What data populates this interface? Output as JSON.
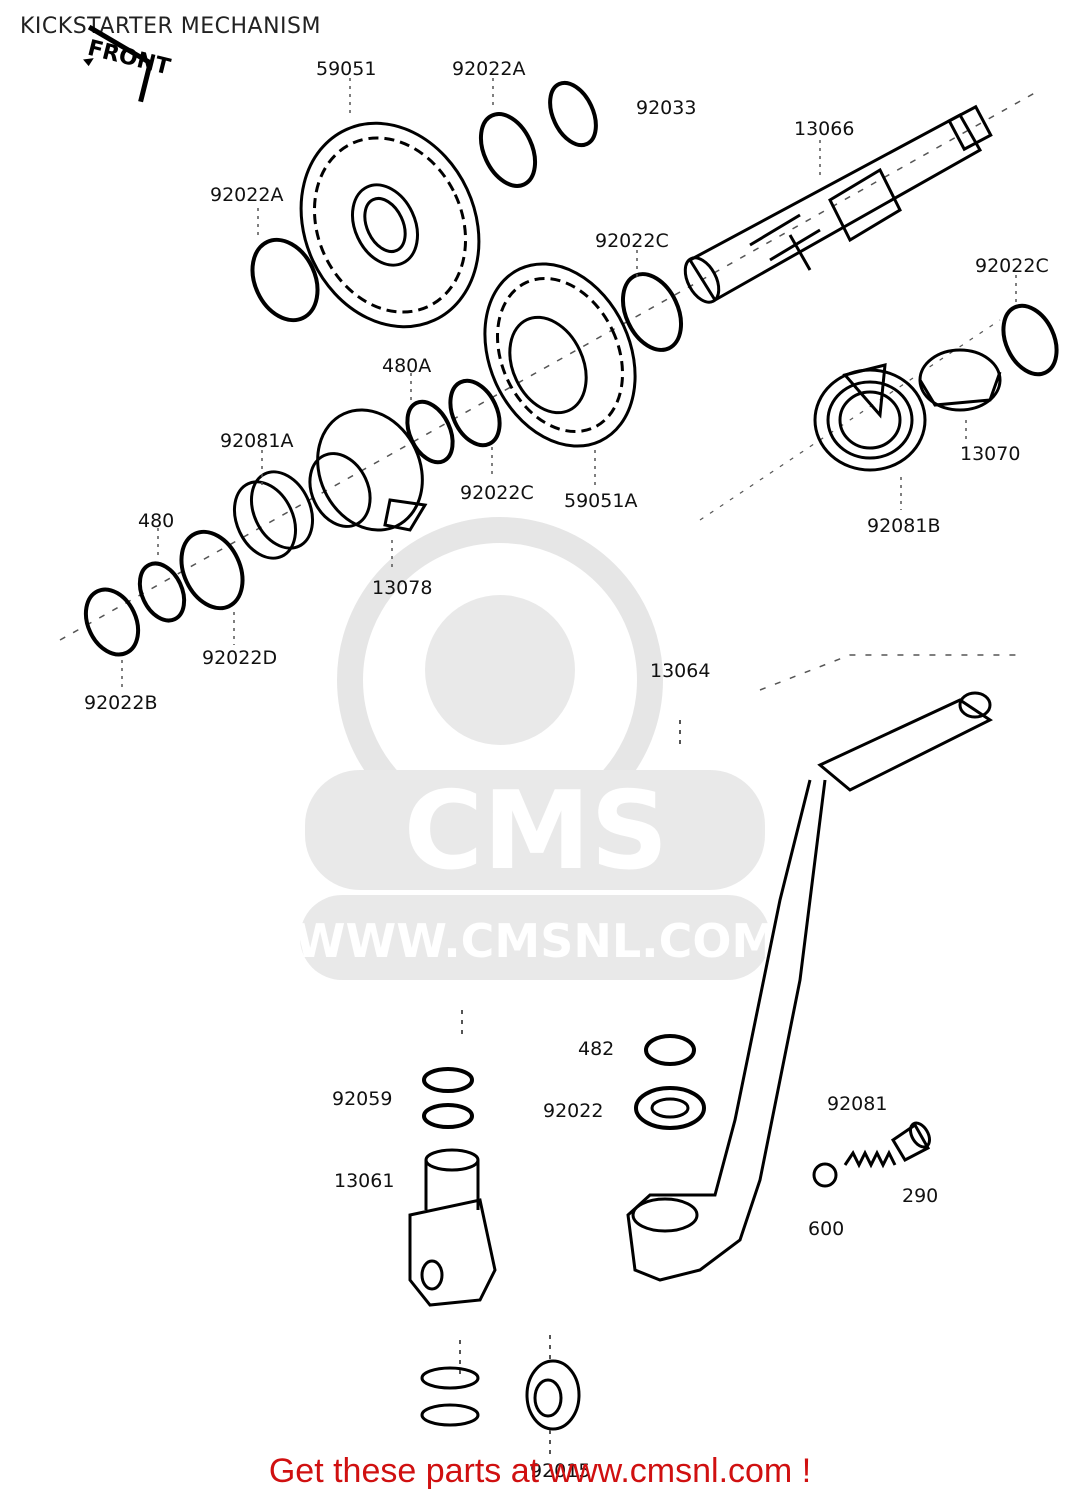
{
  "title": "KICKSTARTER MECHANISM",
  "front_label": "FRONT",
  "watermark": {
    "logo": "CMS",
    "url": "WWW.CMSNL.COM"
  },
  "footer": "Get these parts at www.cmsnl.com !",
  "parts": {
    "p59051": "59051",
    "p92022A_top": "92022A",
    "p92033": "92033",
    "p13066": "13066",
    "p92022A_left": "92022A",
    "p92022C_mid": "92022C",
    "p92022C_right": "92022C",
    "p480A": "480A",
    "p13070": "13070",
    "p92081A": "92081A",
    "p92022C_low": "92022C",
    "p59051A": "59051A",
    "p92081B": "92081B",
    "p480": "480",
    "p13078": "13078",
    "p92022D": "92022D",
    "p92022B": "92022B",
    "p13064": "13064",
    "p482": "482",
    "p92059": "92059",
    "p92022": "92022",
    "p92081": "92081",
    "p13061": "13061",
    "p290": "290",
    "p600": "600",
    "p92015": "92015"
  }
}
